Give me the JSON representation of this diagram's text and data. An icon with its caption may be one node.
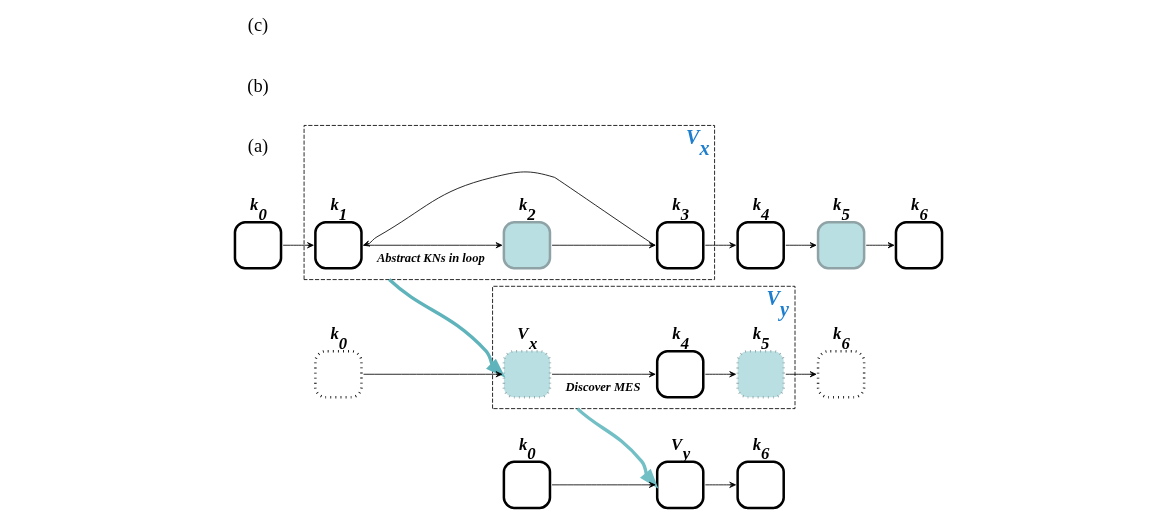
{
  "diagram": {
    "nodes": [
      {
        "text": [
          "k$_{0}$"
        ]
      },
      {
        "text": [
          "V$_{x}$"
        ]
      },
      {
        "text": [
          "k$_{1}$"
        ],
        "in": 1
      },
      {
        "text": [
          "k$_{2}$"
        ],
        "in": 1
      },
      {
        "text": [
          "k$_{3}$"
        ],
        "in": 1
      },
      {
        "text": [
          "k$_{4}$"
        ]
      },
      {
        "text": [
          "k$_{5}$"
        ]
      },
      {
        "text": [
          "k$_{6}$"
        ]
      },
      {
        "text": [
          "k$_{0}$"
        ]
      },
      {
        "text": [
          "V$_{y}$"
        ]
      },
      {
        "text": [
          "V$_{x}$"
        ],
        "in": 9
      },
      {
        "text": [
          "k$_{4}$"
        ],
        "in": 9
      },
      {
        "text": [
          "k$_{5}$"
        ],
        "in": 9
      },
      {
        "text": [
          "k$_{6}$"
        ]
      },
      {
        "text": [
          "k$_{0}$"
        ]
      },
      {
        "text": [
          "V$_{y}$"
        ]
      },
      {
        "text": [
          "k$_{6}$"
        ]
      }
    ],
    "edges": [
      {
        "from": 0,
        "to": 2,
        "arrow": "to"
      },
      {
        "from": 2,
        "to": 3,
        "arrow": "to"
      },
      {
        "from": 3,
        "to": 4,
        "arrow": "to"
      },
      {
        "from": 4,
        "to": 2,
        "arrow": "to"
      },
      {
        "from": 4,
        "to": 5,
        "arrow": "to"
      },
      {
        "from": 5,
        "to": 6,
        "arrow": "to"
      },
      {
        "from": 6,
        "to": 7,
        "arrow": "to"
      },
      {
        "from": 8,
        "to": 10,
        "arrow": "to"
      },
      {
        "from": 10,
        "to": 11,
        "arrow": "to"
      },
      {
        "from": 11,
        "to": 12,
        "arrow": "to"
      },
      {
        "from": 12,
        "to": 13,
        "arrow": "to"
      },
      {
        "from": 1,
        "to": 10,
        "arrow": "to",
        "label": "Abstract KNs in loop",
        "style": "thick",
        "color": "#5fb3bb"
      },
      {
        "from": 9,
        "to": 15,
        "arrow": "to",
        "label": "Discover MES",
        "style": "thick",
        "color": "#72bfc5"
      },
      {
        "from": 14,
        "to": 15,
        "arrow": "to"
      },
      {
        "from": 15,
        "to": 16,
        "arrow": "to"
      }
    ],
    "labels": [
      "(a)",
      "(b)",
      "(c)"
    ]
  }
}
